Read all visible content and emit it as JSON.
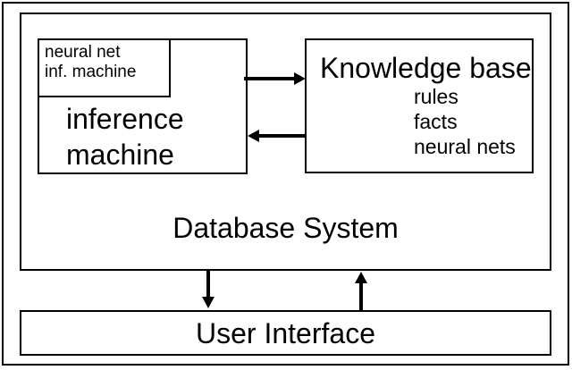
{
  "diagram": {
    "colors": {
      "line": "#000000",
      "background": "#ffffff"
    },
    "neural_net_box": {
      "line1": "neural net",
      "line2": "inf. machine"
    },
    "inference_box": {
      "line1": "inference",
      "line2": "machine"
    },
    "knowledge_box": {
      "title": "Knowledge base",
      "items": [
        "rules",
        "facts",
        "neural nets"
      ]
    },
    "database_box": {
      "label": "Database System"
    },
    "ui_box": {
      "label": "User Interface"
    },
    "arrows": [
      {
        "name": "inference-to-knowledge",
        "direction": "right"
      },
      {
        "name": "knowledge-to-inference",
        "direction": "left"
      },
      {
        "name": "database-to-ui",
        "direction": "down"
      },
      {
        "name": "ui-to-database",
        "direction": "up"
      }
    ]
  }
}
